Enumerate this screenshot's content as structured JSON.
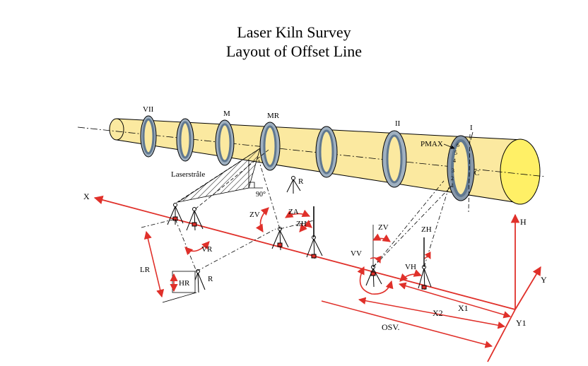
{
  "title": "Laser Kiln Survey",
  "subtitle": "Layout of Offset Line",
  "colors": {
    "kiln_fill": "#fbe9a0",
    "kiln_end": "#fff066",
    "tyre": "#607890",
    "offset_line": "#e0302a",
    "ink": "#000000"
  },
  "tyre_labels": {
    "vii": "VII",
    "m": "M",
    "mr": "MR",
    "ii": "II",
    "i": "I"
  },
  "labels": {
    "pmax": "PMAX",
    "c": "C",
    "laserstrale": "Laserstråle",
    "angle_90": "90°",
    "r_top": "R",
    "r_bottom": "R",
    "x_axis": "X",
    "h_axis": "H",
    "y_axis": "Y",
    "y1": "Y1",
    "zv_mid": "ZV",
    "za": "ZA",
    "zh_mid": "ZH",
    "vr": "VR",
    "lr": "LR",
    "hr": "HR",
    "zv_right": "ZV",
    "zh_right": "ZH",
    "vv": "VV",
    "vh": "VH",
    "x1": "X1",
    "x2": "X2",
    "osv": "OSV."
  },
  "dial_marks": [
    "6",
    "5",
    "4",
    "3",
    "2",
    "1"
  ]
}
